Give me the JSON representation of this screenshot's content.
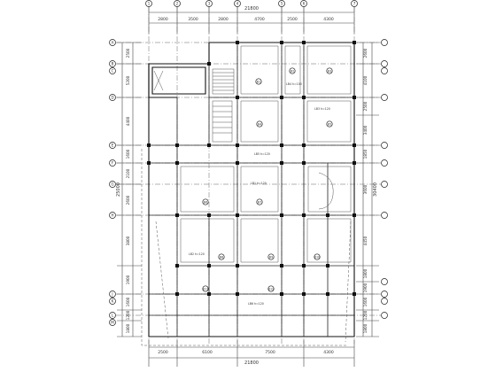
{
  "drawing": {
    "top_total": "21800",
    "bottom_total": "21800",
    "left_total": "25000",
    "right_total": "30400",
    "top_dims": [
      "2800",
      "3500",
      "2800",
      "4700",
      "2500",
      "4300"
    ],
    "bottom_dims": [
      "2500",
      "6100",
      "7500",
      "4300"
    ],
    "left_dims": [
      "2500",
      "5200",
      "4400",
      "1600",
      "2100",
      "2600",
      "3800",
      "1900",
      "1600",
      "1200",
      "1800"
    ],
    "right_dims": [
      "2600",
      "4100",
      "2500",
      "3400",
      "1850",
      "3600",
      "4450",
      "1800",
      "1900",
      "1600",
      "1200",
      "1800"
    ],
    "axis_top_labels": [
      "1",
      "2",
      "3",
      "4",
      "5",
      "6",
      "7"
    ],
    "axis_left_labels": [
      "A",
      "B",
      "C",
      "D",
      "E",
      "F",
      "G",
      "H",
      "J",
      "K",
      "L",
      "M"
    ],
    "room_tags": [
      "B1",
      "B2",
      "B3",
      "B4",
      "B5",
      "B6",
      "B7",
      "B8",
      "B9",
      "B10",
      "B11",
      "B12"
    ],
    "slab_notes": [
      "LB1 h=120",
      "LB2 h=120",
      "LB3 h=120",
      "LB4 h=100",
      "LB5 h=120",
      "LB6 h=120"
    ]
  }
}
